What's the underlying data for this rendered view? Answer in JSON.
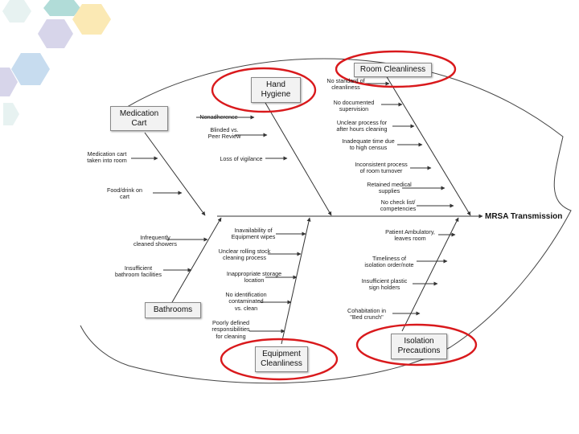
{
  "effect": "MRSA Transmission",
  "categories": {
    "medication_cart": "Medication\nCart",
    "hand_hygiene": "Hand\nHygiene",
    "room_cleanliness": "Room Cleanliness",
    "bathrooms": "Bathrooms",
    "equipment_cleanliness": "Equipment\nCleanliness",
    "isolation_precautions": "Isolation\nPrecautions"
  },
  "causes": {
    "medication_cart": [
      "Medication cart\ntaken into room",
      "Food/drink on\ncart"
    ],
    "hand_hygiene": [
      "Nonadherence",
      "Blinded vs.\nPeer Review",
      "Loss of vigilance"
    ],
    "room_cleanliness": [
      "No standard of\ncleanliness",
      "No documented\nsupervision",
      "Unclear process for\nafter hours cleaning",
      "Inadequate time due\nto high census",
      "Inconsistent process\nof room turnover",
      "Retained medical\nsupplies",
      "No check list/\ncompetencies"
    ],
    "bathrooms": [
      "Infrequently\ncleaned showers",
      "Insufficient\nbathroom facilities"
    ],
    "equipment_cleanliness": [
      "Inavailability of\nEquipment wipes",
      "Unclear rolling stock\ncleaning process",
      "Inappropriate storage\nlocation",
      "No identification\ncontaminated\nvs. clean",
      "Poorly defined\nresponsibilities\nfor cleaning"
    ],
    "isolation_precautions": [
      "Patient Ambulatory,\nleaves room",
      "Timeliness of\nisolation order/note",
      "Insufficient plastic\nsign holders",
      "Cohabitation in\n\"Bed crunch\""
    ]
  },
  "colors": {
    "highlight": "#d9191c",
    "hex_light_teal": "#cfe8e6",
    "hex_teal": "#a8d8d4",
    "hex_yellow": "#fbe9b4",
    "hex_lavender": "#d7d5ea",
    "hex_blue": "#c7dcef",
    "line": "#333333"
  },
  "decor_icon": "hexagon-cluster-icon"
}
